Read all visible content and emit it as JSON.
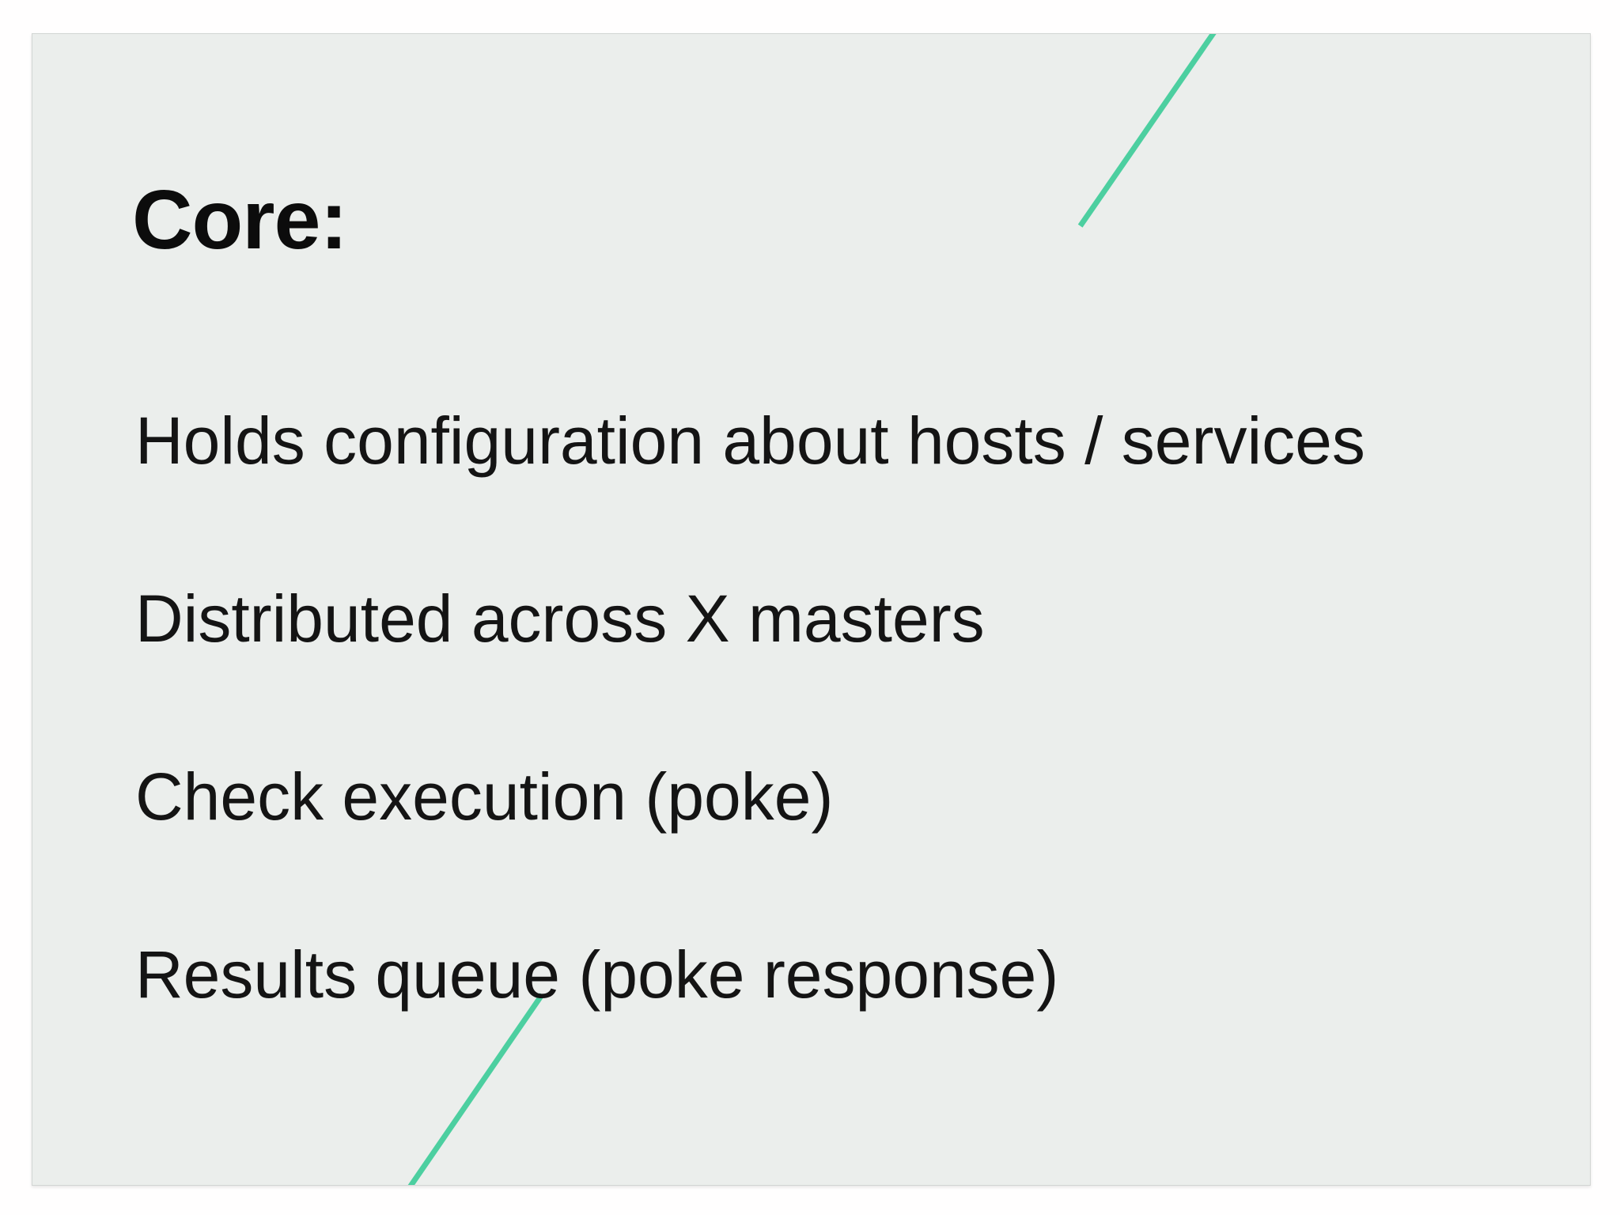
{
  "slide": {
    "title": "Core:",
    "bullets": [
      "Holds configuration about hosts / services",
      "Distributed across X masters",
      "Check execution (poke)",
      "Results queue (poke response)"
    ],
    "colors": {
      "page_background": "#fffefe",
      "slide_background": "#ebeeec",
      "slide_border": "#d2d5d3",
      "accent_line": "#4ccfa0",
      "title_text": "#0c0c0c",
      "body_text": "#141414"
    },
    "decorations": [
      "diagonal-accent-line-top-right",
      "diagonal-accent-line-bottom-left"
    ]
  }
}
